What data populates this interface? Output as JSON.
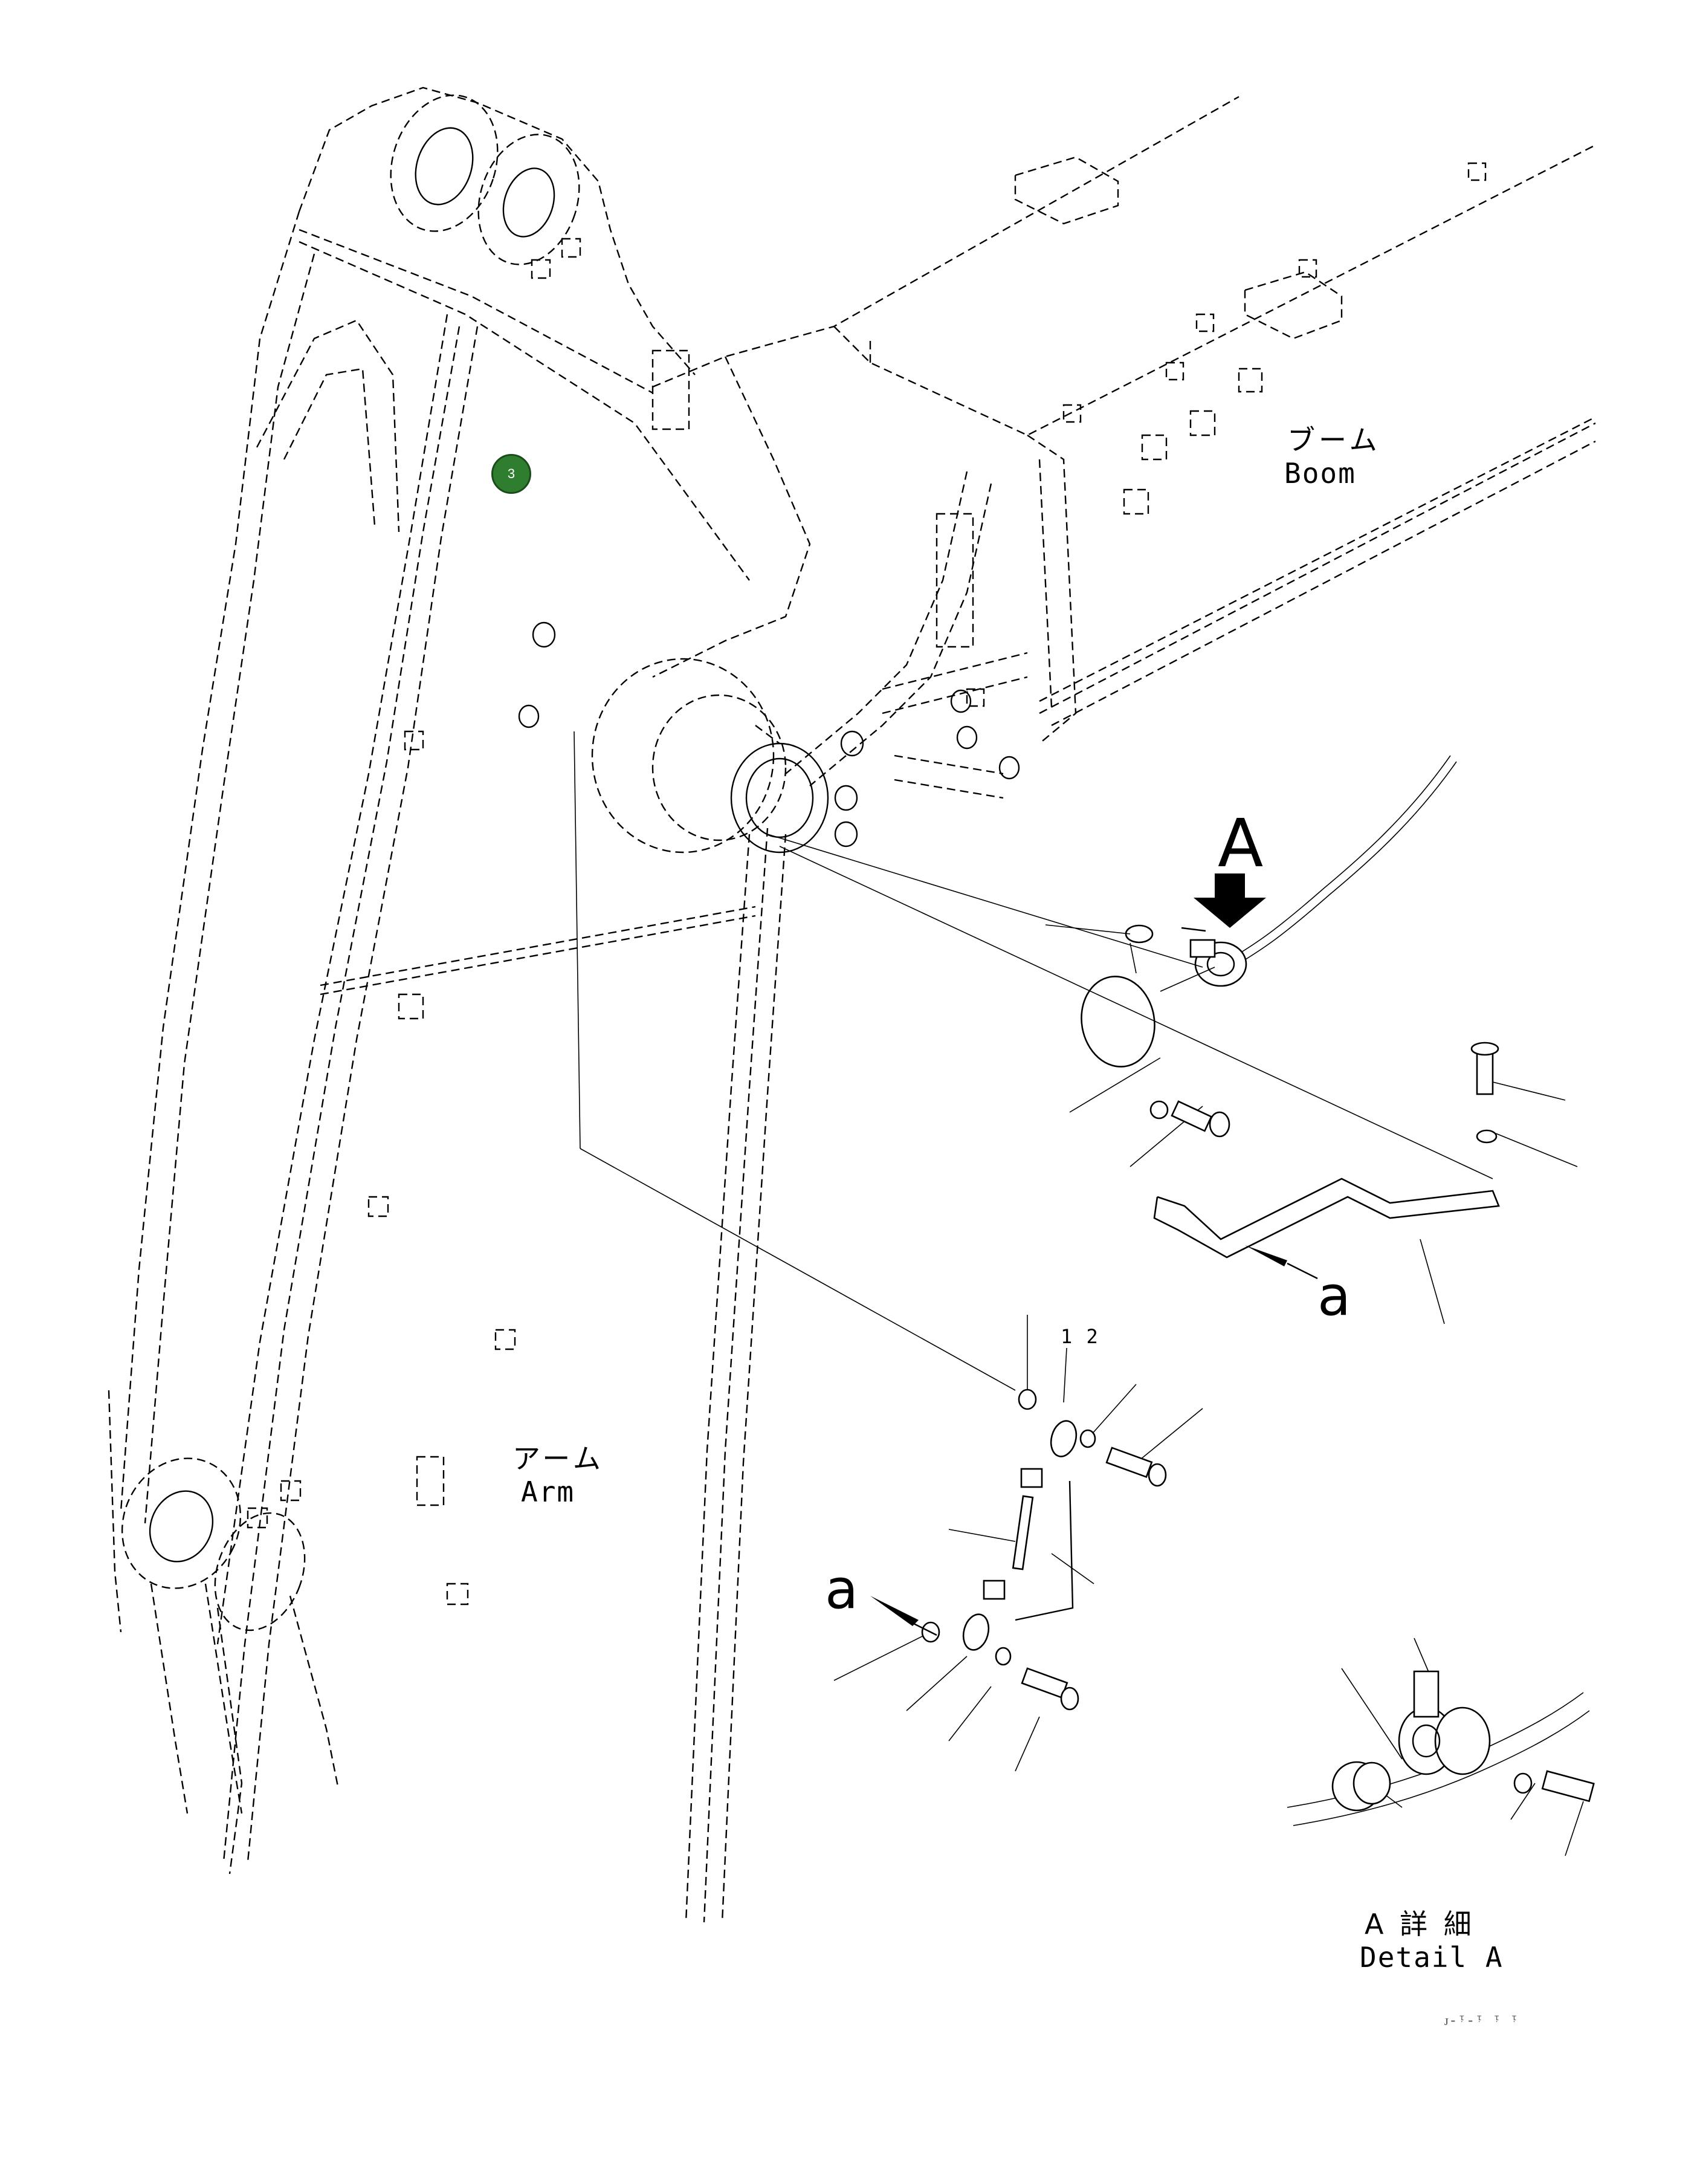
{
  "diagram": {
    "marker_number": "3",
    "labels": {
      "boom_jp": "ブーム",
      "boom_en": "Boom",
      "arm_jp": "アーム",
      "arm_en": "Arm",
      "view_a": "A",
      "ref_a_upper": "a",
      "ref_a_lower": "a",
      "part_no_12": "1 2",
      "detail_jp": "A 詳 細",
      "detail_en": "Detail A",
      "drawing_code": "ᴊ‐ᵎ‐ᵎ ᵎ ᵎ"
    }
  }
}
